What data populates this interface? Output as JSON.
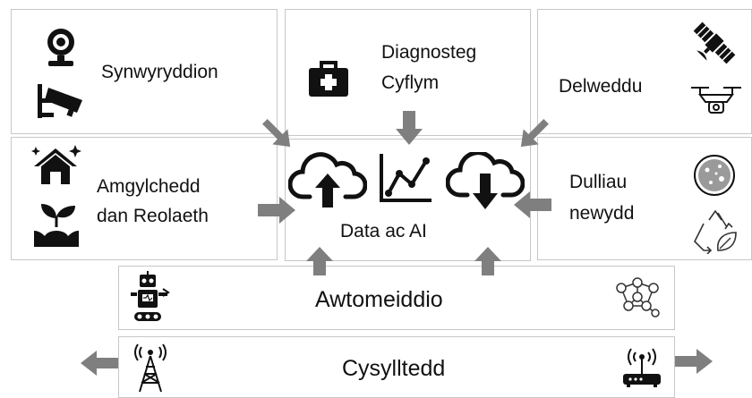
{
  "boxes": {
    "top_left": {
      "label": "Synwyryddion"
    },
    "top_center": {
      "label_line1": "Diagnosteg",
      "label_line2": "Cyflym"
    },
    "top_right": {
      "label": "Delweddu"
    },
    "mid_left": {
      "label_line1": "Amgylchedd",
      "label_line2": "dan Reolaeth"
    },
    "center": {
      "label": "Data ac AI"
    },
    "mid_right": {
      "label_line1": "Dulliau",
      "label_line2": "newydd"
    },
    "automation": {
      "label": "Awtomeiddio"
    },
    "connectivity": {
      "label": "Cysylltedd"
    }
  },
  "icons": {
    "webcam": "webcam-icon",
    "cctv": "cctv-camera-icon",
    "medical_kit": "medical-kit-icon",
    "satellite": "satellite-icon",
    "drone": "drone-icon",
    "smart_home": "smart-home-icon",
    "seedling": "seedling-icon",
    "cloud_upload": "cloud-upload-icon",
    "line_chart": "line-chart-icon",
    "cloud_download": "cloud-download-icon",
    "petri_dish": "petri-dish-icon",
    "recycle_leaf": "recycle-leaf-icon",
    "robot": "robot-icon",
    "network": "network-icon",
    "antenna_tower": "antenna-tower-icon",
    "router": "wifi-router-icon"
  },
  "colors": {
    "arrow": "#7f7f7f",
    "border": "#c7c7c7",
    "icon": "#111111"
  }
}
